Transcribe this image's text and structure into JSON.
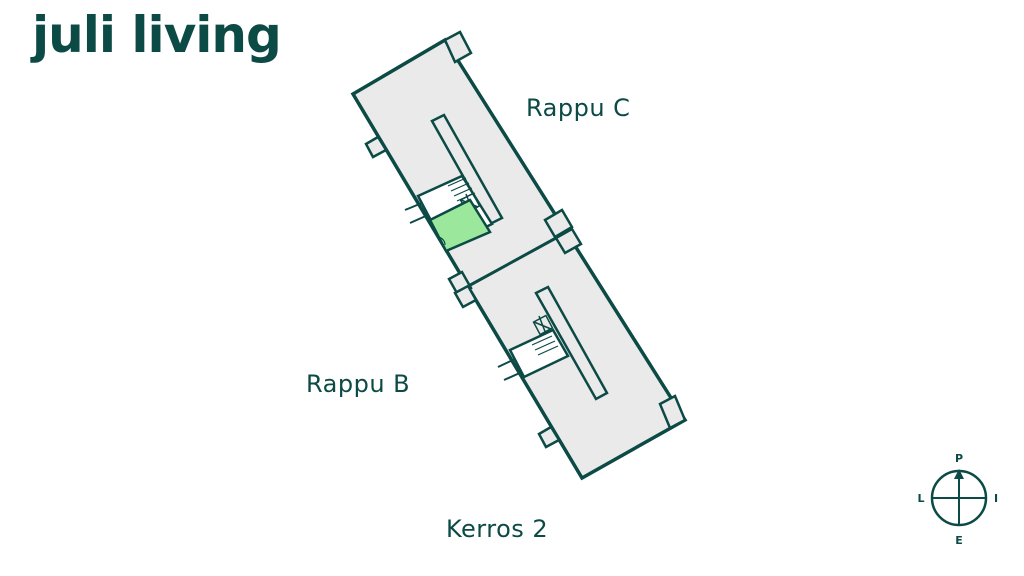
{
  "brand": {
    "logo_text": "juli living"
  },
  "building": {
    "stairwell_c_label": "Rappu C",
    "stairwell_b_label": "Rappu B",
    "floor_label": "Kerros 2"
  },
  "compass": {
    "north": "P",
    "east": "I",
    "south": "E",
    "west": "L"
  },
  "colors": {
    "brand": "#0c4a46",
    "floor_fill": "#ebeaea",
    "highlight_unit": "#9be79b"
  }
}
